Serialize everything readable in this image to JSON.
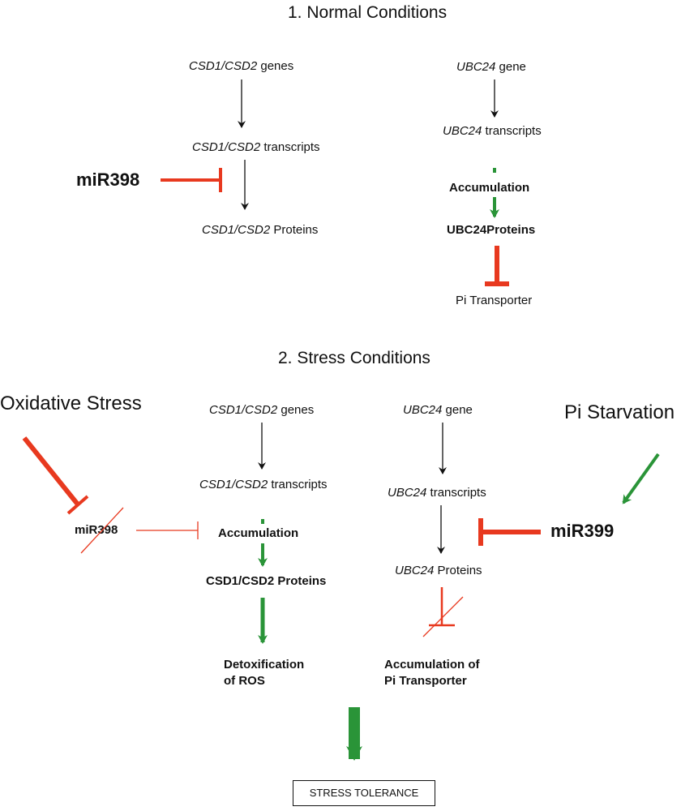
{
  "section1": {
    "title": "1. Normal Conditions",
    "csd_genes_italic": "CSD1/CSD2",
    "genes_suffix": " genes",
    "csd_transcripts_italic": "CSD1/CSD2",
    "transcripts_suffix": " transcripts",
    "csd_proteins_italic": "CSD1/CSD2",
    "proteins_suffix": " Proteins",
    "mir398": "miR398",
    "ubc_gene_italic": "UBC24",
    "gene_suffix": " gene",
    "ubc_transcripts_italic": "UBC24",
    "ubc_transcripts_suffix": " transcripts",
    "accumulation": "Accumulation",
    "ubc_proteins": "UBC24Proteins",
    "pi_transporter": "Pi Transporter"
  },
  "section2": {
    "title": "2. Stress Conditions",
    "oxidative_stress": "Oxidative Stress",
    "mir398": "miR398",
    "csd_genes_italic": "CSD1/CSD2",
    "genes_suffix": " genes",
    "csd_transcripts_italic": "CSD1/CSD2",
    "transcripts_suffix": " transcripts",
    "accumulation": "Accumulation",
    "csd_proteins": "CSD1/CSD2 Proteins",
    "detox_line1": "Detoxification",
    "detox_line2": "of ROS",
    "ubc_gene_italic": "UBC24",
    "gene_suffix": " gene",
    "ubc_transcripts_italic": "UBC24",
    "ubc_transcripts_suffix": " transcripts",
    "ubc_proteins_italic": "UBC24",
    "ubc_proteins_suffix": " Proteins",
    "pi_accum_line1": "Accumulation of",
    "pi_accum_line2": "Pi Transporter",
    "pi_starvation": "Pi Starvation",
    "mir399": "miR399",
    "stress_tolerance": "STRESS TOLERANCE"
  },
  "colors": {
    "activate": "#2a9438",
    "inhibit": "#e8391f",
    "neutral": "#111111"
  }
}
